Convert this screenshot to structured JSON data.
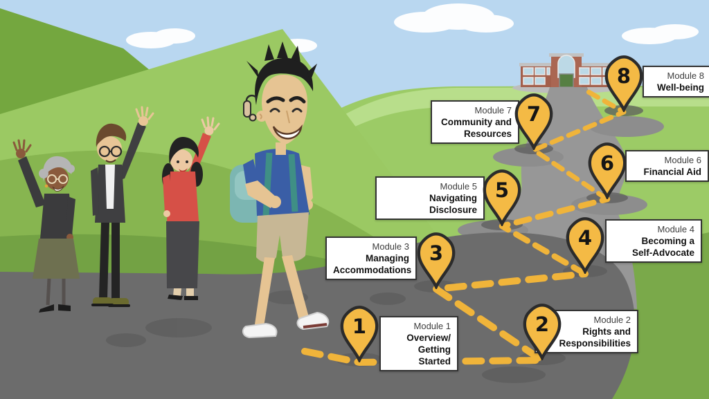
{
  "colors": {
    "accent_gold": "#F0B43A",
    "pin_fill": "#F4BA45",
    "pin_border": "#2B2B2B",
    "label_background": "#FFFFFF",
    "label_border": "#333333"
  },
  "modules": [
    {
      "number": "1",
      "module_label": "Module 1",
      "title": "Overview/\nGetting Started"
    },
    {
      "number": "2",
      "module_label": "Module 2",
      "title": "Rights and\nResponsibilities"
    },
    {
      "number": "3",
      "module_label": "Module 3",
      "title": "Managing\nAccommodations"
    },
    {
      "number": "4",
      "module_label": "Module 4",
      "title": "Becoming a\nSelf-Advocate"
    },
    {
      "number": "5",
      "module_label": "Module 5",
      "title": "Navigating Disclosure"
    },
    {
      "number": "6",
      "module_label": "Module 6",
      "title": "Financial Aid"
    },
    {
      "number": "7",
      "module_label": "Module 7",
      "title": "Community and\nResources"
    },
    {
      "number": "8",
      "module_label": "Module 8",
      "title": "Well-being"
    }
  ]
}
